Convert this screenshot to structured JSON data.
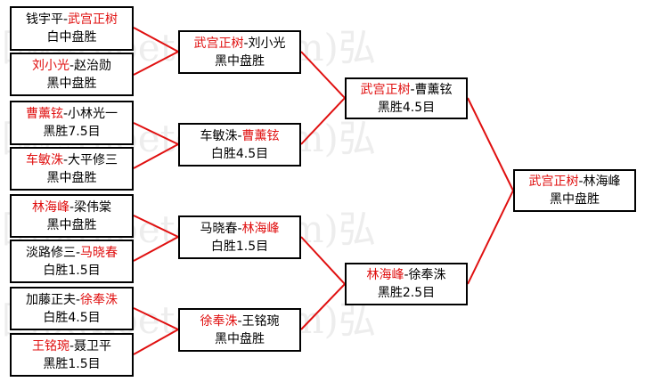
{
  "watermark": "弘围棋(hoetom.com)弘",
  "colors": {
    "winner": "#e01010",
    "line": "#e01010",
    "text": "#000000",
    "border": "#000000"
  },
  "matches": [
    {
      "id": "r1m1",
      "p1": "钱宇平",
      "p2": "武宫正树",
      "winner": 2,
      "result": "白中盘胜"
    },
    {
      "id": "r1m2",
      "p1": "刘小光",
      "p2": "赵治勋",
      "winner": 1,
      "result": "黑中盘胜"
    },
    {
      "id": "r1m3",
      "p1": "曹薰铉",
      "p2": "小林光一",
      "winner": 1,
      "result": "黑胜7.5目"
    },
    {
      "id": "r1m4",
      "p1": "车敏洙",
      "p2": "大平修三",
      "winner": 1,
      "result": "黑中盘胜"
    },
    {
      "id": "r1m5",
      "p1": "林海峰",
      "p2": "梁伟棠",
      "winner": 1,
      "result": "黑中盘胜"
    },
    {
      "id": "r1m6",
      "p1": "淡路修三",
      "p2": "马晓春",
      "winner": 2,
      "result": "白胜1.5目"
    },
    {
      "id": "r1m7",
      "p1": "加藤正夫",
      "p2": "徐奉洙",
      "winner": 2,
      "result": "白胜4.5目"
    },
    {
      "id": "r1m8",
      "p1": "王铭琬",
      "p2": "聂卫平",
      "winner": 1,
      "result": "黑胜1.5目"
    },
    {
      "id": "r2m1",
      "p1": "武宫正树",
      "p2": "刘小光",
      "winner": 1,
      "result": "黑中盘胜"
    },
    {
      "id": "r2m2",
      "p1": "车敏洙",
      "p2": "曹薰铉",
      "winner": 2,
      "result": "白胜4.5目"
    },
    {
      "id": "r2m3",
      "p1": "马晓春",
      "p2": "林海峰",
      "winner": 2,
      "result": "白胜1.5目"
    },
    {
      "id": "r2m4",
      "p1": "徐奉洙",
      "p2": "王铭琬",
      "winner": 1,
      "result": "黑中盘胜"
    },
    {
      "id": "r3m1",
      "p1": "武宫正树",
      "p2": "曹薰铉",
      "winner": 1,
      "result": "黑胜4.5目"
    },
    {
      "id": "r3m2",
      "p1": "林海峰",
      "p2": "徐奉洙",
      "winner": 1,
      "result": "黑胜2.5目"
    },
    {
      "id": "final",
      "p1": "武宫正树",
      "p2": "林海峰",
      "winner": 1,
      "result": "黑中盘胜"
    }
  ]
}
